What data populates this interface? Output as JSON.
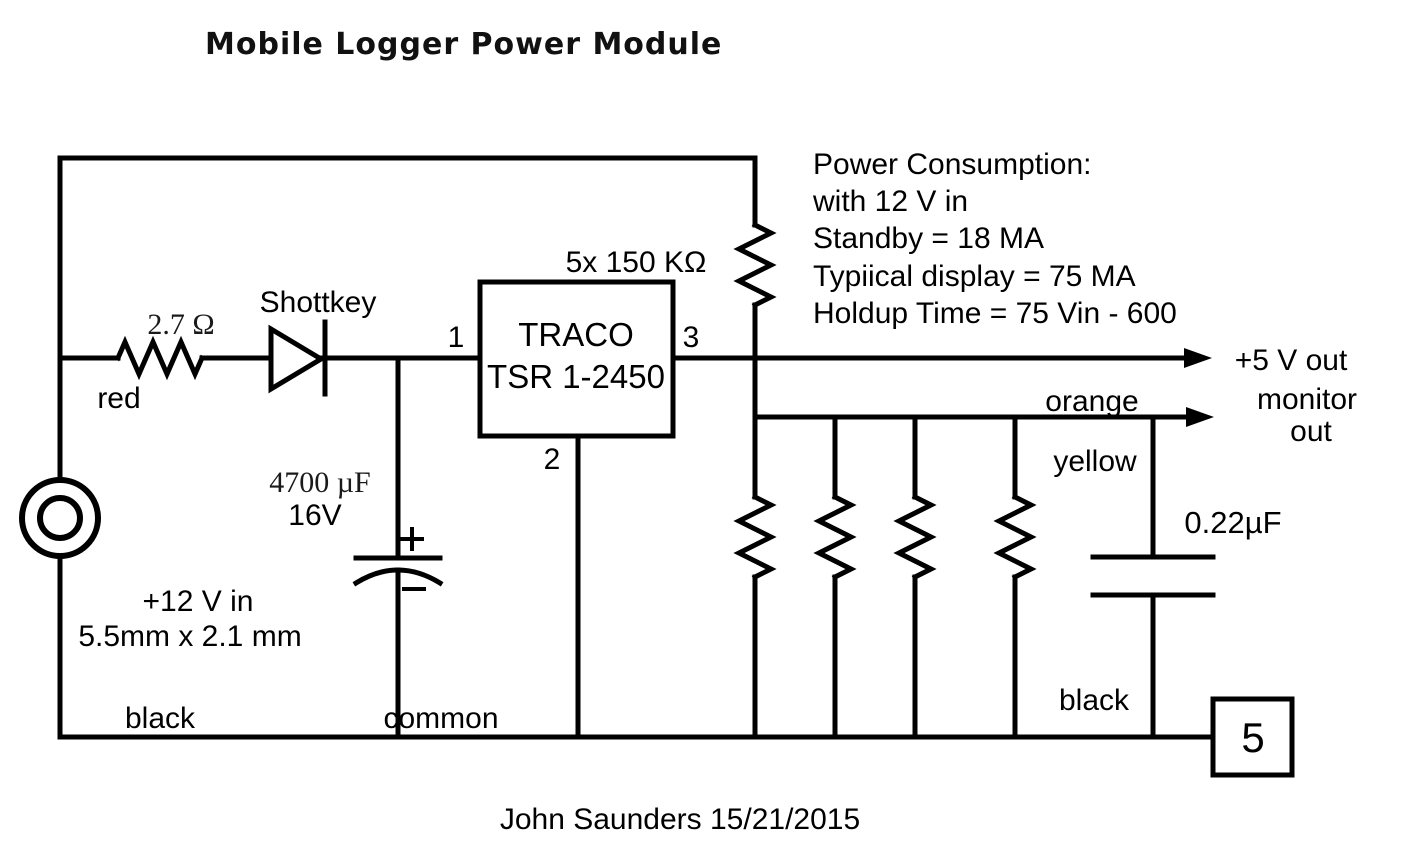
{
  "title": "Mobile Logger Power Module",
  "footer": "John Saunders 15/21/2015",
  "power_notes": [
    "Power Consumption:",
    "with 12 V in",
    "Standby = 18 MA",
    "Typiical display = 75 MA",
    "Holdup Time = 75 Vin - 600"
  ],
  "components": {
    "input_resistor": {
      "value": "2.7 Ω"
    },
    "diode": {
      "type": "Shottkey"
    },
    "bulk_cap": {
      "value": "4700 µF",
      "voltage": "16V",
      "plus": "+",
      "minus": "−"
    },
    "regulator": {
      "brand": "TRACO",
      "model": "TSR 1-2450",
      "pin_in": "1",
      "pin_common": "2",
      "pin_out": "3"
    },
    "resistor_bank": {
      "label": "5x 150 KΩ"
    },
    "output_cap": {
      "value": "0.22µF"
    },
    "input_jack": {
      "line1": "+12 V in",
      "line2": "5.5mm x 2.1 mm"
    },
    "output_pin_box": {
      "label": "5"
    }
  },
  "wire_labels": {
    "input_positive": "red",
    "input_negative": "black",
    "common": "common",
    "monitor_wire": "orange",
    "sense_wire": "yellow",
    "output_negative": "black"
  },
  "outputs": {
    "line1": "+5 V out",
    "line2": "monitor",
    "line3": "out"
  },
  "colors": {
    "wire": "#000000",
    "background": "#ffffff"
  }
}
